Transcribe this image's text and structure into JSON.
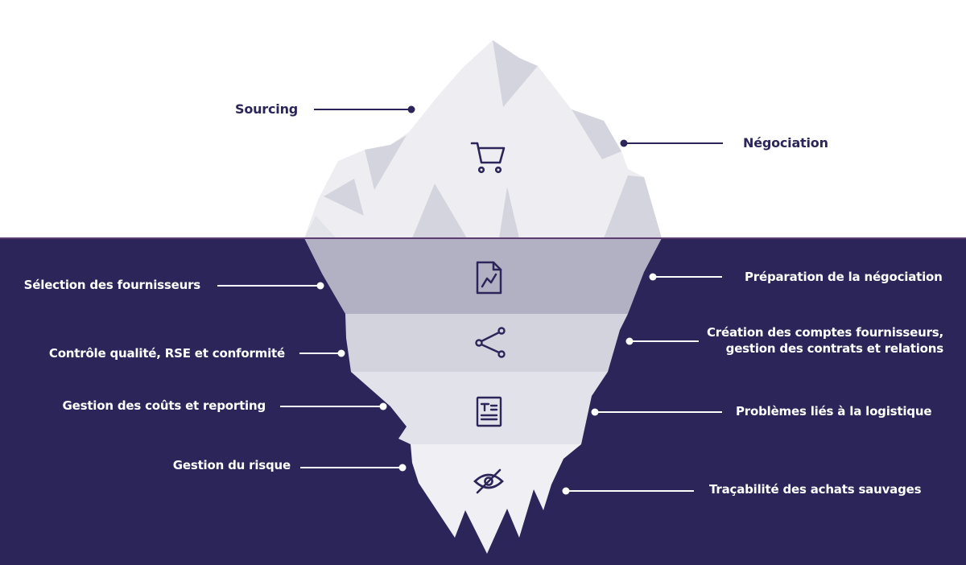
{
  "colors": {
    "water": "#2b2559",
    "ice_top": "#eeeef2",
    "ice_shadow": "#d4d4de",
    "band_1": "#b2b1c4",
    "band_2": "#d3d3de",
    "band_3": "#e2e2ea",
    "band_4": "#efeff4",
    "icon": "#2b2559",
    "connector_above": "#2b2559",
    "connector_below": "#ffffff"
  },
  "above_water": {
    "left": "Sourcing",
    "right": "Négociation"
  },
  "below_water": {
    "left": [
      "Sélection des fournisseurs",
      "Contrôle qualité, RSE et conformité",
      "Gestion des coûts et reporting",
      "Gestion du risque"
    ],
    "right": [
      "Préparation de la négociation",
      "Création des comptes fournisseurs,",
      "gestion des contrats et relations",
      "Problèmes liés à la logistique",
      "Traçabilité des achats sauvages"
    ]
  },
  "icons": [
    "shopping-cart-icon",
    "chart-document-icon",
    "share-icon",
    "document-text-icon",
    "eye-off-icon"
  ]
}
